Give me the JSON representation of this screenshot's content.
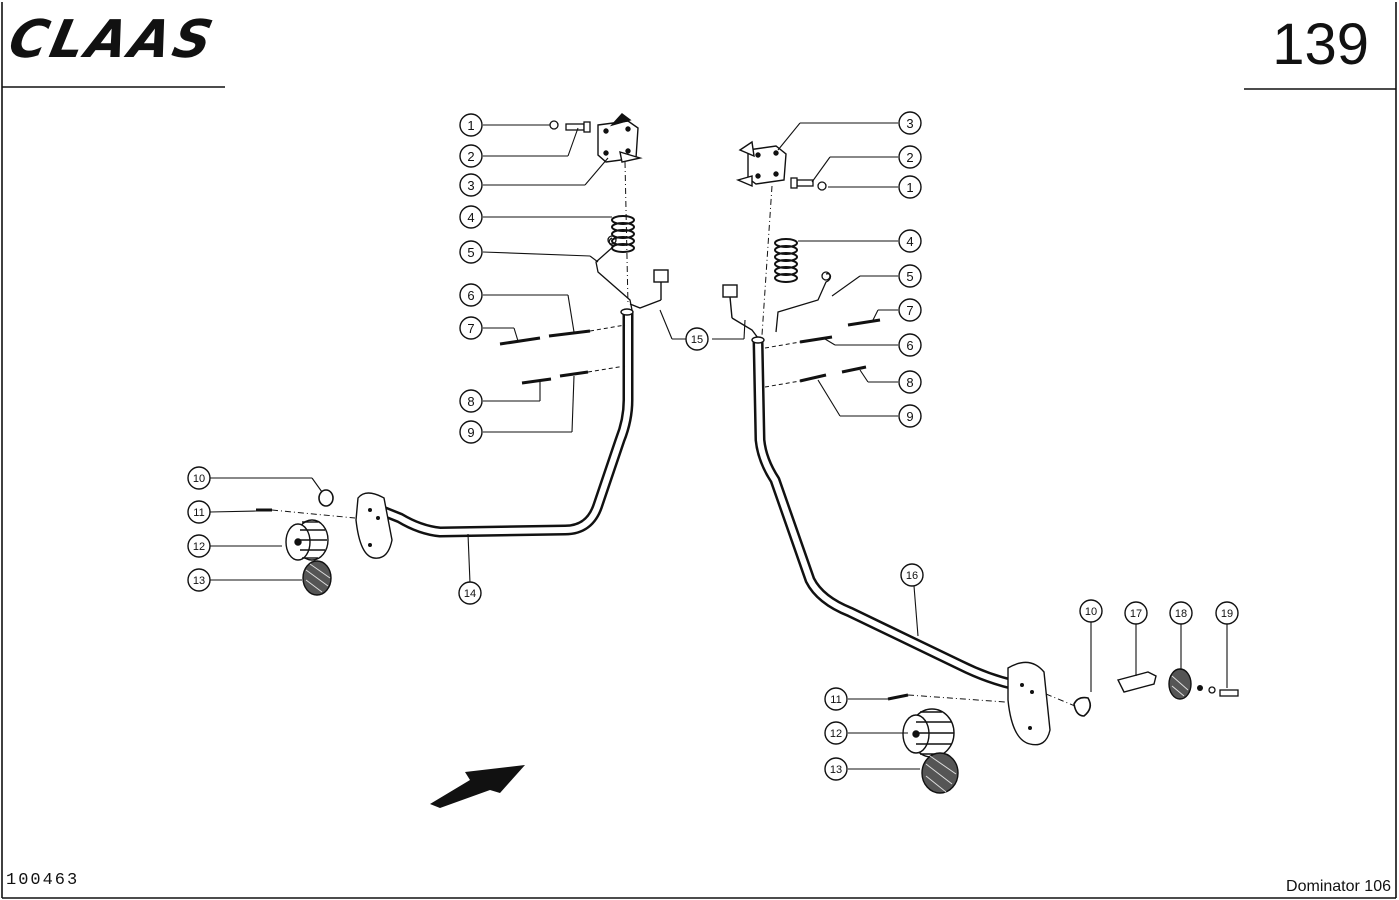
{
  "header": {
    "brand": "CLAAS",
    "page_number": "139"
  },
  "footer": {
    "drawing_id": "100463",
    "model": "Dominator 106"
  },
  "callouts_left": [
    "1",
    "2",
    "3",
    "4",
    "5",
    "6",
    "7",
    "8",
    "9",
    "10",
    "11",
    "12",
    "13",
    "14",
    "15"
  ],
  "callouts_right": [
    "3",
    "2",
    "1",
    "4",
    "5",
    "7",
    "6",
    "8",
    "9",
    "16",
    "10",
    "17",
    "18",
    "19",
    "11",
    "12",
    "13"
  ]
}
